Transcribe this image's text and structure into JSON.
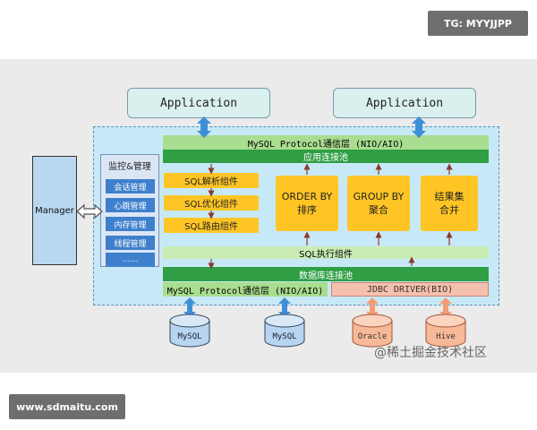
{
  "watermark_top": "TG: MYYJJPP",
  "watermark_bottom": "www.sdmaitu.com",
  "applications": [
    "Application",
    "Application"
  ],
  "manager_label": "Manager",
  "monitor": {
    "title": "监控&管理",
    "items": [
      "会话管理",
      "心跳管理",
      "内存管理",
      "线程管理",
      "……"
    ]
  },
  "top_protocol": "MySQL Protocol通信层 (NIO/AIO)",
  "app_conn_pool": "应用连接池",
  "sql_components": [
    "SQL解析组件",
    "SQL优化组件",
    "SQL路由组件"
  ],
  "operators": [
    {
      "line1": "ORDER BY",
      "line2": "排序"
    },
    {
      "line1": "GROUP BY",
      "line2": "聚合"
    },
    {
      "line1": "结果集",
      "line2": "合并"
    }
  ],
  "sql_exec": "SQL执行组件",
  "db_conn_pool": "数据库连接池",
  "bottom_protocol": "MySQL Protocol通信层 (NIO/AIO)",
  "jdbc": "JDBC DRIVER(BIO)",
  "databases": [
    "MySQL",
    "MySQL",
    "Oracle",
    "Hive"
  ],
  "source_mark": "@稀土掘金技术社区",
  "colors": {
    "accent_blue": "#2a82c9",
    "green_dark": "#2f9e44",
    "green_light": "#a9dd8f",
    "orange": "#ffc525",
    "db_blue": "#b7d4f0",
    "db_orange": "#f7b998"
  }
}
